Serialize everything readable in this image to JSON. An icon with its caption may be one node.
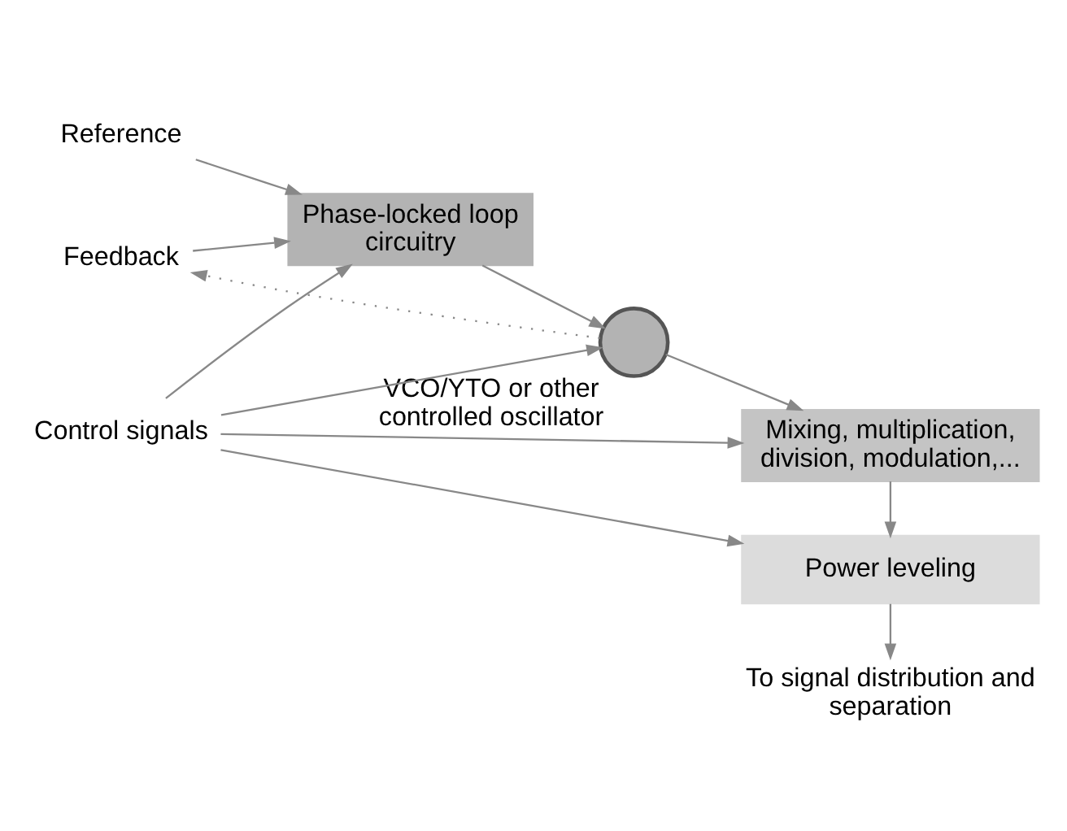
{
  "diagram": {
    "nodes": [
      {
        "text": [
          "Reference"
        ]
      },
      {
        "text": [
          "Feedback"
        ]
      },
      {
        "text": [
          "Phase-locked loop circuitry"
        ]
      },
      {
        "text": [],
        "shape": "circle",
        "beside": [
          "VCO/YTO or other controlled oscillator"
        ]
      },
      {
        "text": [
          "Control signals"
        ]
      },
      {
        "text": [
          "Mixing, multiplication, division, modulation,..."
        ]
      },
      {
        "text": [
          "Power leveling"
        ]
      },
      {
        "text": [
          "To signal distribution and separation"
        ]
      }
    ],
    "edges": [
      {
        "from": 0,
        "to": 2,
        "arrow": "to"
      },
      {
        "from": 1,
        "to": 2,
        "arrow": "to"
      },
      {
        "from": 2,
        "to": 3,
        "arrow": "to"
      },
      {
        "from": 3,
        "to": 1,
        "arrow": "to",
        "style": "dashed"
      },
      {
        "from": 4,
        "to": 2,
        "arrow": "to"
      },
      {
        "from": 4,
        "to": 3,
        "arrow": "to"
      },
      {
        "from": 4,
        "to": 5,
        "arrow": "to"
      },
      {
        "from": 4,
        "to": 6,
        "arrow": "to"
      },
      {
        "from": 3,
        "to": 5,
        "arrow": "to"
      },
      {
        "from": 5,
        "to": 6,
        "arrow": "to"
      },
      {
        "from": 6,
        "to": 7,
        "arrow": "to"
      }
    ]
  }
}
